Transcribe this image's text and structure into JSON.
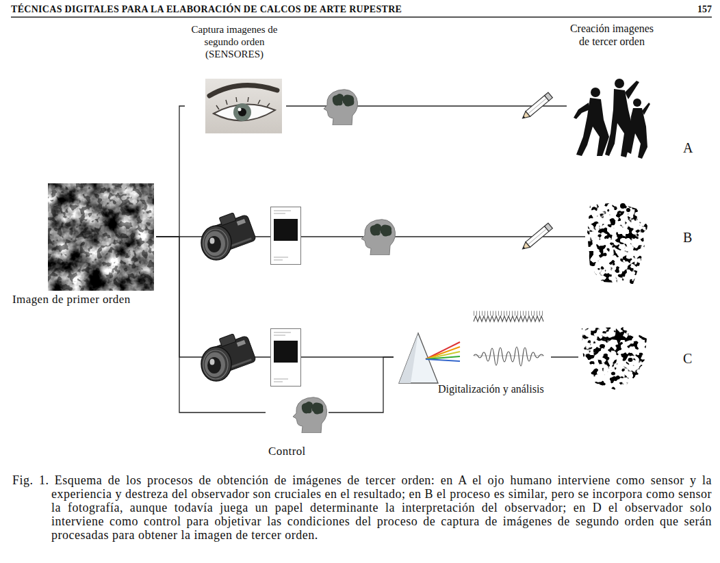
{
  "diagram": {
    "title": "TÉCNICAS DIGITALES PARA LA ELABORACIÓN DE CALCOS DE ARTE RUPESTRE",
    "caption": "Fig. 1. Esquema de los procesos de obtención de imágenes de tercer orden: en A el ojo humano interviene como sensor y la experiencia y destreza del observador son cruciales en el resultado; en B el proceso es similar, pero se incorpora como sensor la fotografía, aunque todavía juega un papel determinante la interpretación del observador; en D el observador solo interviene como control para objetivar las condiciones del proceso de captura de imágenes de segundo orden que serán procesadas para obtener la imagen de tercer orden.",
    "nodes": [
      {
        "text": [
          "Imagen de primer orden"
        ]
      },
      {
        "text": [
          "Captura imagenes de segundo orden (SENSORES)"
        ]
      },
      {
        "text": [
          "Creación imagenes de tercer orden",
          "A"
        ]
      },
      {
        "text": [
          "B"
        ]
      },
      {
        "text": [
          "Digitalización y análisis"
        ]
      },
      {
        "text": [
          "C"
        ]
      },
      {
        "text": [
          "Control"
        ]
      }
    ],
    "edges": [
      {
        "from": 0,
        "to": 1,
        "arrow": "none"
      },
      {
        "from": 1,
        "to": 2,
        "arrow": "none"
      },
      {
        "from": 0,
        "to": 3,
        "arrow": "none"
      },
      {
        "from": 0,
        "to": 4,
        "arrow": "none"
      },
      {
        "from": 0,
        "to": 6,
        "arrow": "none"
      },
      {
        "from": 6,
        "to": 4,
        "arrow": "none"
      },
      {
        "from": 4,
        "to": 5,
        "arrow": "none"
      }
    ],
    "labels": [
      "157"
    ]
  }
}
